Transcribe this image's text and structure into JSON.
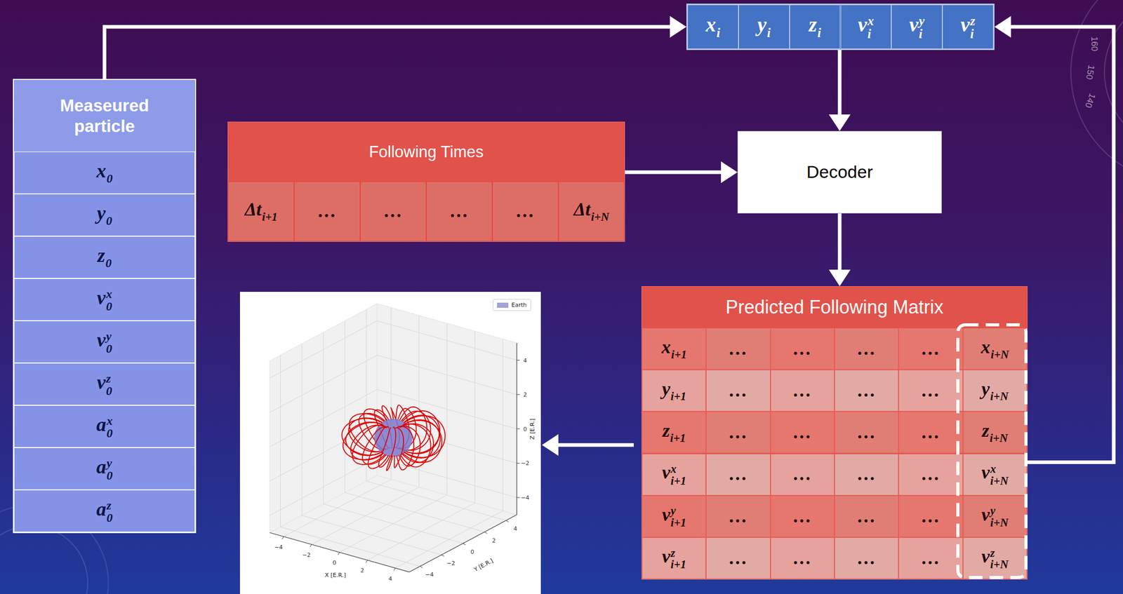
{
  "diagram": {
    "nodes": [
      {
        "text": [
          "Measeured particle"
        ]
      },
      {
        "text": [
          "x",
          "0"
        ],
        "in": 0
      },
      {
        "text": [
          "y",
          "0"
        ],
        "in": 0
      },
      {
        "text": [
          "z",
          "0"
        ],
        "in": 0
      },
      {
        "text": [
          "v",
          "x",
          "0"
        ],
        "in": 0
      },
      {
        "text": [
          "v",
          "y",
          "0"
        ],
        "in": 0
      },
      {
        "text": [
          "v",
          "z",
          "0"
        ],
        "in": 0
      },
      {
        "text": [
          "a",
          "x",
          "0"
        ],
        "in": 0
      },
      {
        "text": [
          "a",
          "y",
          "0"
        ],
        "in": 0
      },
      {
        "text": [
          "a",
          "z",
          "0"
        ],
        "in": 0
      },
      {
        "text": []
      },
      {
        "text": [
          "x",
          "i"
        ],
        "in": 10
      },
      {
        "text": [
          "y",
          "i"
        ],
        "in": 10
      },
      {
        "text": [
          "z",
          "i"
        ],
        "in": 10
      },
      {
        "text": [
          "v",
          "x",
          "i"
        ],
        "in": 10
      },
      {
        "text": [
          "v",
          "y",
          "i"
        ],
        "in": 10
      },
      {
        "text": [
          "v",
          "z",
          "i"
        ],
        "in": 10
      },
      {
        "text": [
          "Following Times"
        ]
      },
      {
        "text": [
          "Δt",
          "i+1"
        ],
        "in": 17
      },
      {
        "text": [
          "…"
        ],
        "in": 17
      },
      {
        "text": [
          "…"
        ],
        "in": 17
      },
      {
        "text": [
          "…"
        ],
        "in": 17
      },
      {
        "text": [
          "…"
        ],
        "in": 17
      },
      {
        "text": [
          "Δt",
          "i+N"
        ],
        "in": 17
      },
      {
        "text": [
          "Decoder"
        ]
      },
      {
        "text": [
          "Predicted Following Matrix"
        ]
      },
      {
        "text": [
          "x",
          "i+1"
        ],
        "in": 25
      },
      {
        "text": [
          "…"
        ],
        "in": 25
      },
      {
        "text": [
          "…"
        ],
        "in": 25
      },
      {
        "text": [
          "…"
        ],
        "in": 25
      },
      {
        "text": [
          "…"
        ],
        "in": 25
      },
      {
        "text": [
          "x",
          "i+N"
        ],
        "in": 25
      },
      {
        "text": [
          "y",
          "i+1"
        ],
        "in": 25
      },
      {
        "text": [
          "…"
        ],
        "in": 25
      },
      {
        "text": [
          "…"
        ],
        "in": 25
      },
      {
        "text": [
          "…"
        ],
        "in": 25
      },
      {
        "text": [
          "…"
        ],
        "in": 25
      },
      {
        "text": [
          "y",
          "i+N"
        ],
        "in": 25
      },
      {
        "text": [
          "z",
          "i+1"
        ],
        "in": 25
      },
      {
        "text": [
          "…"
        ],
        "in": 25
      },
      {
        "text": [
          "…"
        ],
        "in": 25
      },
      {
        "text": [
          "…"
        ],
        "in": 25
      },
      {
        "text": [
          "…"
        ],
        "in": 25
      },
      {
        "text": [
          "z",
          "i+N"
        ],
        "in": 25
      },
      {
        "text": [
          "v",
          "x",
          "i+1"
        ],
        "in": 25
      },
      {
        "text": [
          "…"
        ],
        "in": 25
      },
      {
        "text": [
          "…"
        ],
        "in": 25
      },
      {
        "text": [
          "…"
        ],
        "in": 25
      },
      {
        "text": [
          "…"
        ],
        "in": 25
      },
      {
        "text": [
          "v",
          "x",
          "i+N"
        ],
        "in": 25
      },
      {
        "text": [
          "v",
          "y",
          "i+1"
        ],
        "in": 25
      },
      {
        "text": [
          "…"
        ],
        "in": 25
      },
      {
        "text": [
          "…"
        ],
        "in": 25
      },
      {
        "text": [
          "…"
        ],
        "in": 25
      },
      {
        "text": [
          "…"
        ],
        "in": 25
      },
      {
        "text": [
          "v",
          "y",
          "i+N"
        ],
        "in": 25
      },
      {
        "text": [
          "v",
          "z",
          "i+1"
        ],
        "in": 25
      },
      {
        "text": [
          "…"
        ],
        "in": 25
      },
      {
        "text": [
          "…"
        ],
        "in": 25
      },
      {
        "text": [
          "…"
        ],
        "in": 25
      },
      {
        "text": [
          "…"
        ],
        "in": 25
      },
      {
        "text": [
          "v",
          "z",
          "i+N"
        ],
        "in": 25
      }
    ],
    "edges": [
      {
        "from": 0,
        "to": 10,
        "arrow": "to"
      },
      {
        "from": 10,
        "to": 24,
        "arrow": "to"
      },
      {
        "from": 17,
        "to": 24,
        "arrow": "to"
      },
      {
        "from": 24,
        "to": 25,
        "arrow": "to"
      },
      {
        "from": 25,
        "to": 10,
        "arrow": "to"
      }
    ],
    "labels": [
      "160",
      "150",
      "140",
      "4",
      "2",
      "0",
      "−2",
      "−4",
      "−4",
      "−2",
      "0",
      "2",
      "4",
      "−4",
      "−2",
      "0",
      "2",
      "4",
      "X [E.R.]",
      "Y [E.R.]",
      "Z [E.R.]"
    ],
    "legend": [
      {
        "text": "Earth",
        "color": "#a3a3d6"
      }
    ]
  }
}
